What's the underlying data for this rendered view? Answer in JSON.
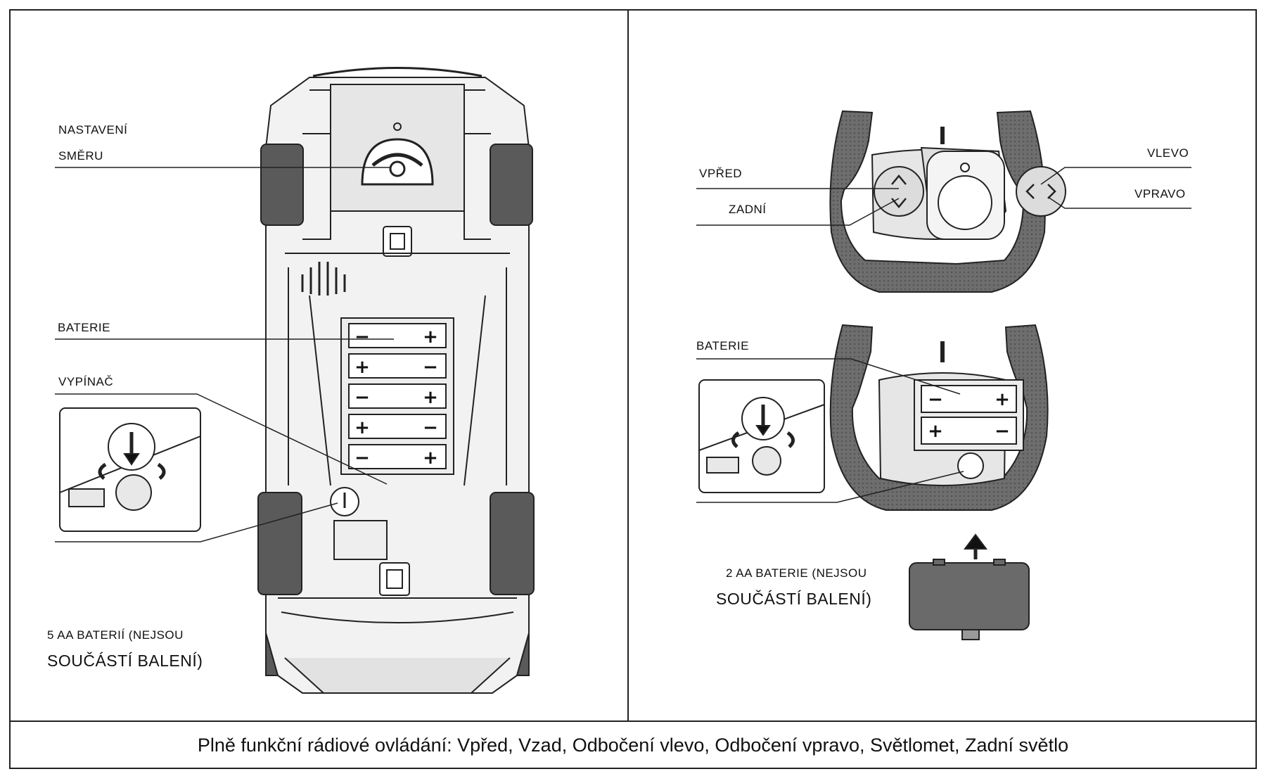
{
  "car_panel": {
    "label_direction_line1": "NASTAVENÍ",
    "label_direction_line2": "SMĚRU",
    "label_battery": "BATERIE",
    "label_switch": "VYPÍNAČ",
    "note_line1": "5 AA BATERIÍ (NEJSOU",
    "note_line2": "SOUČÁSTÍ BALENÍ)",
    "battery_signs": [
      {
        "left": "−",
        "right": "+"
      },
      {
        "left": "+",
        "right": "−"
      },
      {
        "left": "−",
        "right": "+"
      },
      {
        "left": "+",
        "right": "−"
      },
      {
        "left": "−",
        "right": "+"
      }
    ]
  },
  "remote_panel": {
    "label_forward": "VPŘED",
    "label_back": "ZADNÍ",
    "label_left": "VLEVO",
    "label_right": "VPRAVO",
    "label_battery": "BATERIE",
    "note_line1": "2 AA BATERIE (NEJSOU",
    "note_line2": "SOUČÁSTÍ BALENÍ)",
    "battery_signs": [
      {
        "left": "−",
        "right": "+"
      },
      {
        "left": "+",
        "right": "−"
      }
    ]
  },
  "caption": "Plně funkční rádiové ovládání: Vpřed, Vzad, Odbočení vlevo, Odbočení vpravo, Světlomet, Zadní světlo"
}
